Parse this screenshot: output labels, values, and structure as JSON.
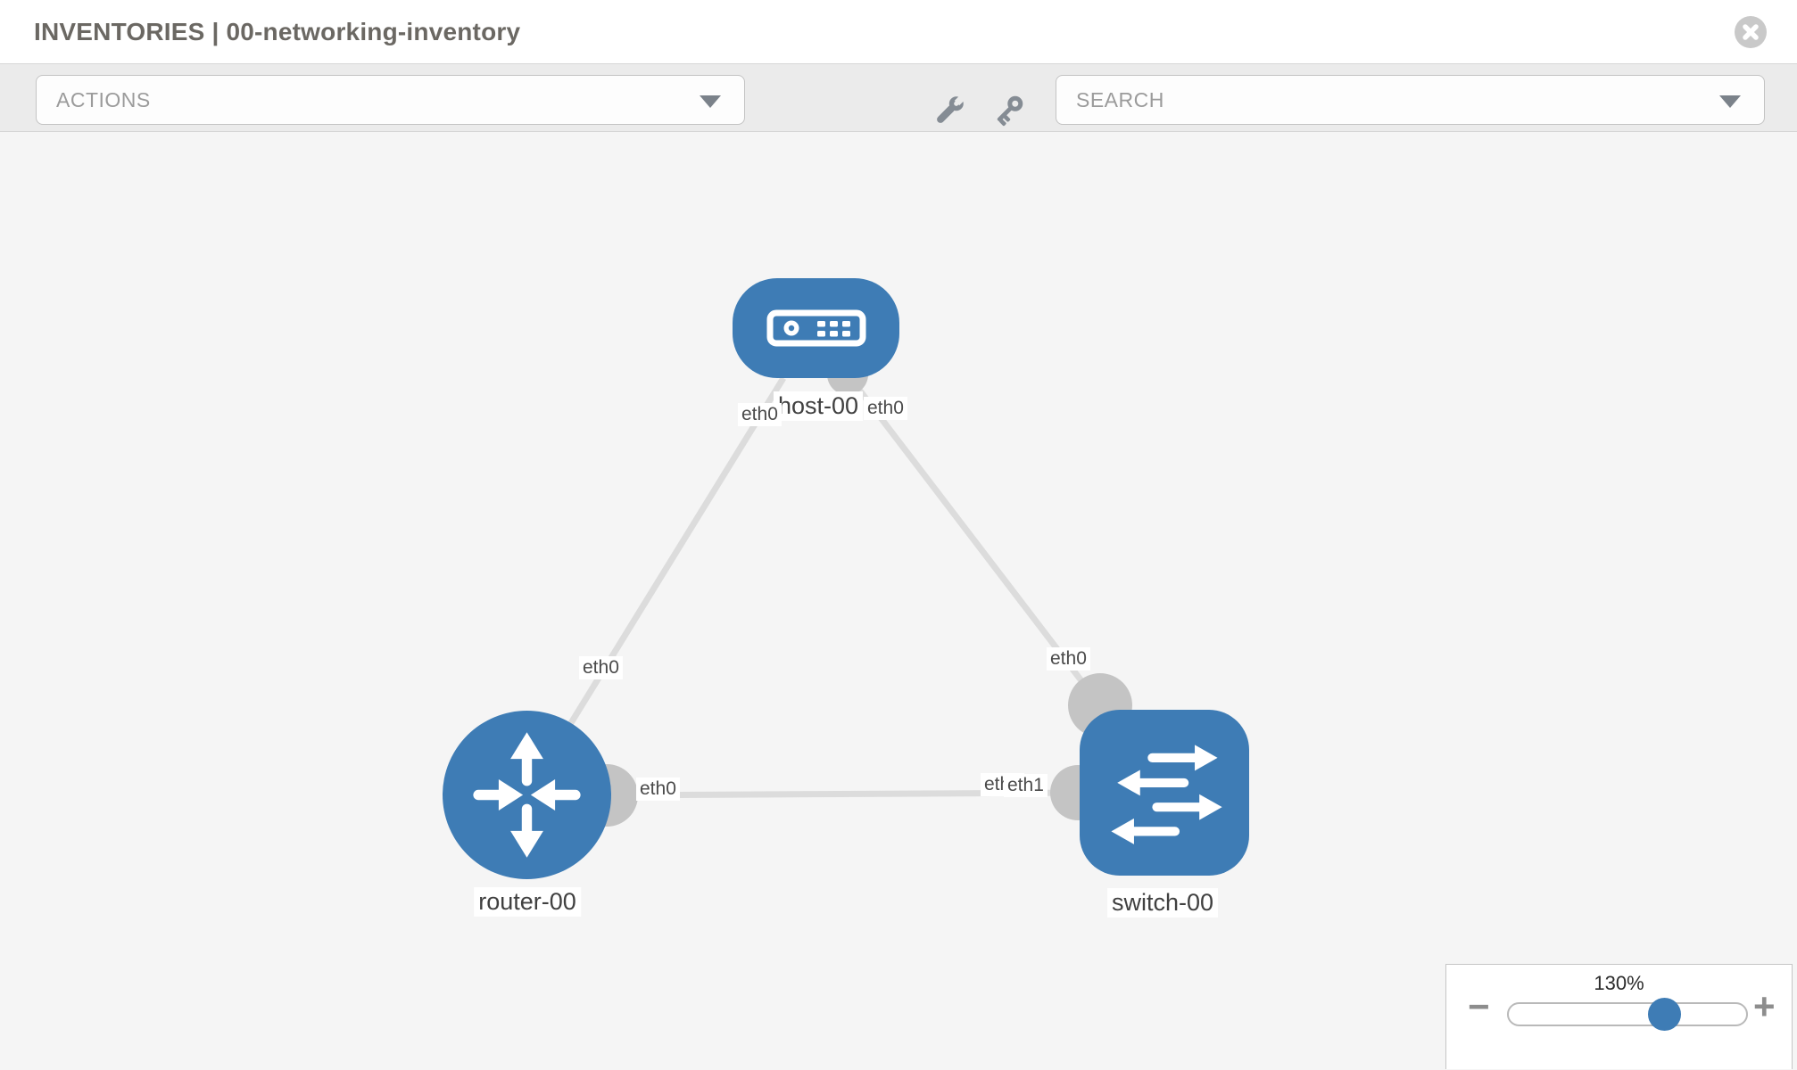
{
  "header": {
    "title": "INVENTORIES | 00-networking-inventory"
  },
  "toolbar": {
    "actions_label": "ACTIONS",
    "search_label": "SEARCH"
  },
  "topology": {
    "nodes": [
      {
        "name": "host-00",
        "type": "host"
      },
      {
        "name": "router-00",
        "type": "router"
      },
      {
        "name": "switch-00",
        "type": "switch"
      }
    ],
    "links": [
      {
        "source": "host-00",
        "source_interface": "eth0",
        "target": "router-00",
        "target_interface": "eth0"
      },
      {
        "source": "host-00",
        "source_interface": "eth0",
        "target": "switch-00",
        "target_interface": "eth0"
      },
      {
        "source": "router-00",
        "source_interface": "eth0",
        "target": "switch-00",
        "target_interface": "eth1"
      }
    ]
  },
  "zoom_control": {
    "level": "130%",
    "minus": "−",
    "plus": "+"
  },
  "colors": {
    "node_blue": "#3e7cb5",
    "link_gray": "#dcdcdc",
    "port_gray": "#c4c4c4",
    "toolbar_bg": "#ebebeb",
    "canvas_bg": "#f5f5f5"
  }
}
